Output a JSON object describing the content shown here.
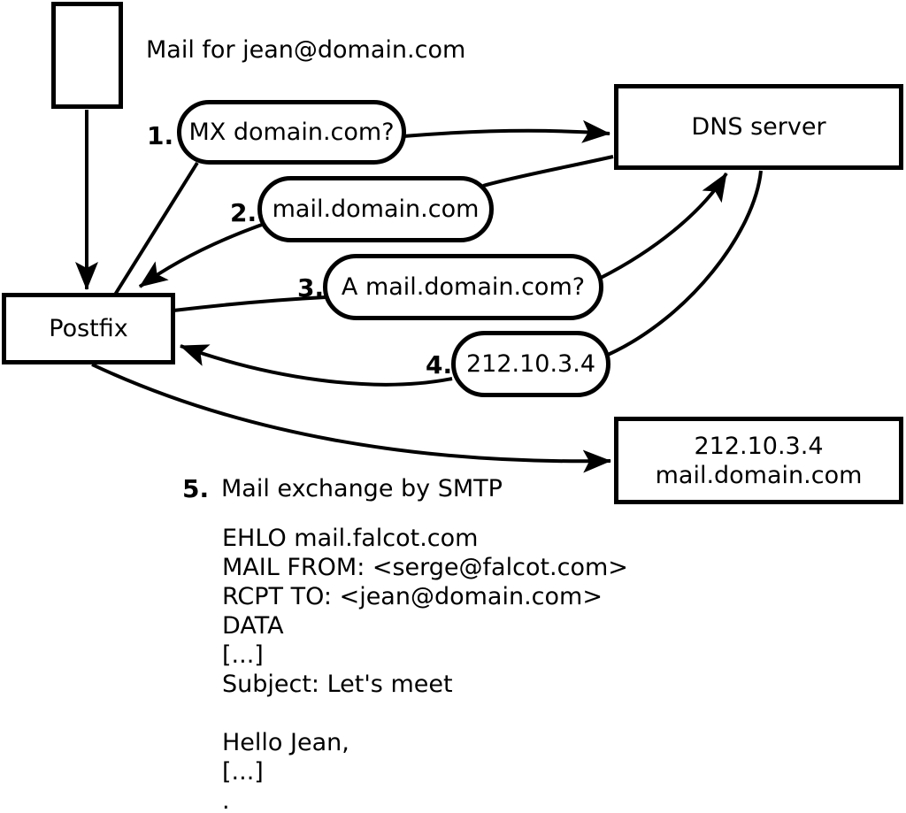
{
  "colors": {
    "ink": "#000000",
    "background": "#ffffff"
  },
  "intro_label": "Mail for jean@domain.com",
  "nodes": {
    "postfix": {
      "label": "Postfix"
    },
    "dns": {
      "label": "DNS server"
    },
    "mail_server": {
      "line1": "212.10.3.4",
      "line2": "mail.domain.com"
    }
  },
  "steps": [
    {
      "num": "1.",
      "label": "MX domain.com?"
    },
    {
      "num": "2.",
      "label": "mail.domain.com"
    },
    {
      "num": "3.",
      "label": "A mail.domain.com?"
    },
    {
      "num": "4.",
      "label": "212.10.3.4"
    },
    {
      "num": "5.",
      "label": "Mail exchange by SMTP"
    }
  ],
  "smtp_session": "EHLO mail.falcot.com\nMAIL FROM: <serge@falcot.com>\nRCPT TO: <jean@domain.com>\nDATA\n[...]\nSubject: Let's meet\n\nHello Jean,\n[...]\n."
}
